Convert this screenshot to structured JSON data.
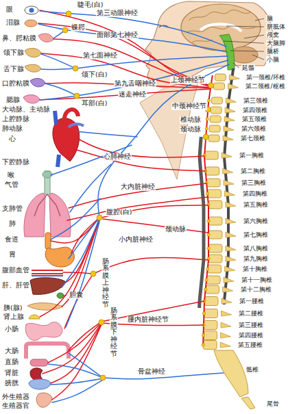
{
  "diagram": {
    "labels": [
      "眼",
      "泪腺",
      "鼻、腭粘膜",
      "颌下腺",
      "舌下腺",
      "口腔粘膜",
      "腮腺",
      "大动脉、主动脉",
      "上腔静脉",
      "肺动脉",
      "心",
      "下腔静脉",
      "喉",
      "气管",
      "支肺管",
      "肺",
      "食道",
      "胃",
      "腹部血管",
      "肝、肝管",
      "胆囊",
      "胰(腺)",
      "肾上腺",
      "小肠",
      "大肠",
      "直肠",
      "肾脏",
      "膀胱",
      "外生殖器",
      "生殖器官",
      "睫毛(白)",
      "第三动眼神经",
      "蝶腭",
      "面部第七神经",
      "第七面神经",
      "颌下(白)",
      "耳部(白)",
      "第九舌咽神经",
      "迷走神经",
      "上颈神经节",
      "中颈神经节",
      "椎动脉",
      "颈动脉",
      "心肺神经",
      "大内脏神经",
      "腹腔(白)",
      "小内脏神经",
      "颈动脉",
      "肠系膜上神经节",
      "肠系膜下神经节",
      "腰内脏神经节",
      "骨盆神经",
      "脑",
      "胼胝体",
      "颅窝",
      "大脑脚",
      "脑桥",
      "小脑",
      "延髓",
      "第一颈椎/环椎",
      "第二颈椎/枢椎",
      "第三颈椎",
      "第四颈椎",
      "第五颈椎",
      "第六颈椎",
      "第七颈椎",
      "第一胸椎",
      "第二胸椎",
      "第三胸椎",
      "第四胸椎",
      "第五胸椎",
      "第六胸椎",
      "第七胸椎",
      "第八胸椎",
      "第九胸椎",
      "第十胸椎",
      "第十一胸椎",
      "第十二胸椎",
      "第一腰椎",
      "第二腰椎",
      "第三腰椎",
      "第四腰椎",
      "第五腰椎",
      "骶椎",
      "尾骨"
    ]
  }
}
